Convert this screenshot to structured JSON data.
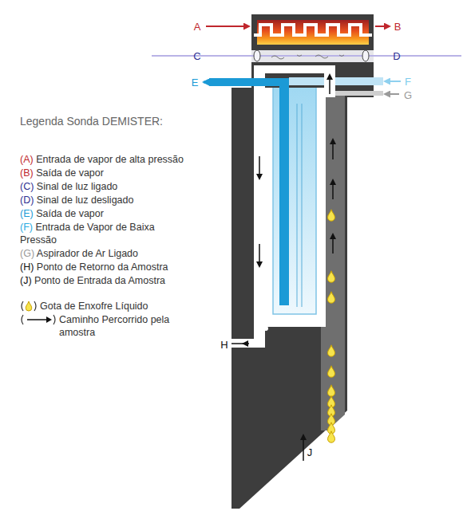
{
  "diagram": {
    "labels": [
      "Legenda Sonda DEMISTER:",
      "A",
      "B",
      "C",
      "D",
      "E",
      "F",
      "G",
      "H",
      "J"
    ],
    "legend": [
      {
        "text": "(A) Entrada de vapor de alta pressão"
      },
      {
        "text": "(B) Saída de vapor"
      },
      {
        "text": "(C) Sinal de luz ligado"
      },
      {
        "text": "(D) Sinal de luz desligado"
      },
      {
        "text": "(E) Saída de vapor"
      },
      {
        "text": "(F) Entrada de Vapor de Baixa Pressão"
      },
      {
        "text": "(G) Aspirador de Ar Ligado"
      },
      {
        "text": "(H) Ponto de Retorno da Amostra"
      },
      {
        "text": "(J) Ponto de Entrada da Amostra"
      },
      {
        "text": "Gota de Enxofre Líquido"
      },
      {
        "text": "Caminho Percorrido pela amostra"
      }
    ]
  }
}
